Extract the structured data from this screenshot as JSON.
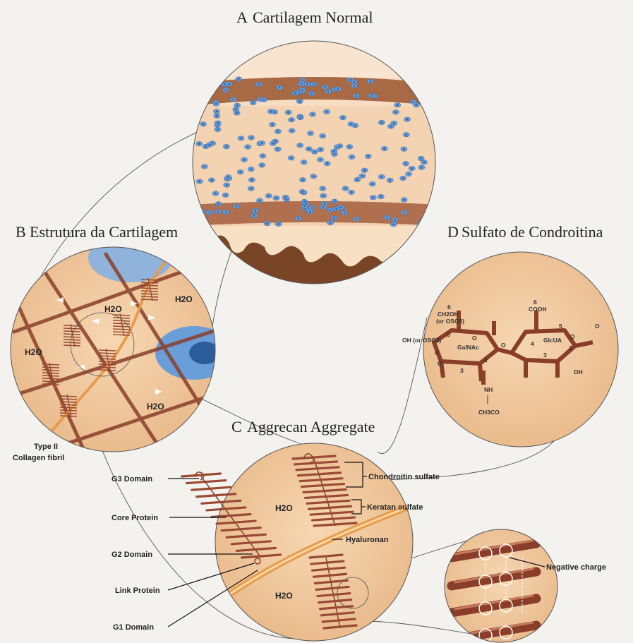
{
  "panels": {
    "A": {
      "letter": "A",
      "title": "Cartilagem Normal"
    },
    "B": {
      "letter": "B",
      "title": "Estrutura da Cartilagem"
    },
    "C": {
      "letter": "C",
      "title": "Aggrecan Aggregate"
    },
    "D": {
      "letter": "D",
      "title": "Sulfato de Condroitina"
    }
  },
  "panel_b": {
    "water": [
      "H2O",
      "H2O",
      "H2O",
      "H2O"
    ],
    "collagen_label_line1": "Type II",
    "collagen_label_line2": "Collagen fibril"
  },
  "panel_c": {
    "left_labels": [
      "G3 Domain",
      "Core Protein",
      "G2 Domain",
      "Link Protein",
      "G1 Domain"
    ],
    "right_labels": {
      "chondroitin": "Chondroitin sulfate",
      "keratan": "Keratan sulfate",
      "hyaluronan": "Hyaluronan"
    },
    "water": [
      "H2O",
      "H2O"
    ]
  },
  "panel_detail": {
    "negative_charge": "Negative charge"
  },
  "panel_d": {
    "left_ring_name": "GalNAc",
    "right_ring_name": "GlcUA",
    "ch2oh_line1": "CH2OH",
    "ch2oh_line2": "(or OSO3)",
    "oh_left": "OH (or OSO3)",
    "cooh": "COOH",
    "oh_right": "OH",
    "nh": "NH",
    "ch3co": "CH3CO",
    "numbers": [
      "6",
      "5",
      "4",
      "3",
      "2",
      "6",
      "5",
      "4",
      "3",
      "2"
    ],
    "ring_oxygen": [
      "O",
      "O",
      "O",
      "O",
      "O"
    ]
  },
  "colors": {
    "cartilage_brown": "#a86a45",
    "matrix_tan": "#f0c9a0",
    "cell_blue": "#6a9ed8",
    "fibril_brown": "#8a3e2a",
    "hyaluronan_orange": "#e89b4a"
  }
}
